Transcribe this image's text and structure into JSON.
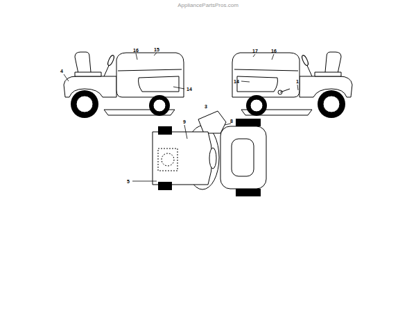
{
  "diagram": {
    "labels": [
      "AppliancePartsPros.com",
      "16",
      "15",
      "17",
      "16",
      "4",
      "14",
      "14",
      "1",
      "3",
      "9",
      "8",
      "5"
    ]
  }
}
